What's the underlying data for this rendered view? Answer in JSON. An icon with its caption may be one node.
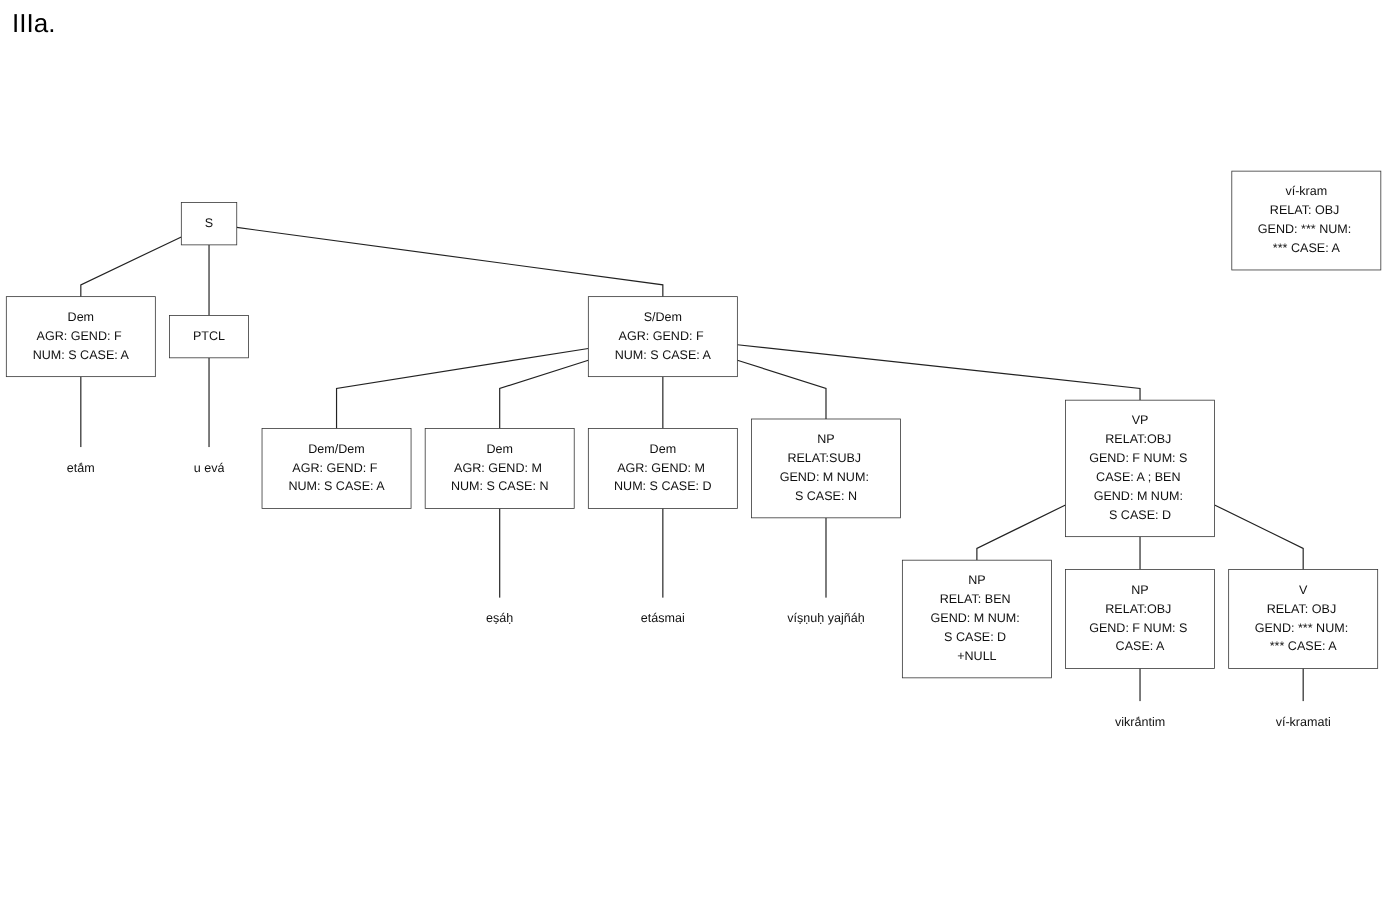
{
  "diagram": {
    "nodes": [
      {
        "text": [
          "S"
        ]
      },
      {
        "text": [
          "Dem",
          "AGR: GEND: F NUM: S CASE: A"
        ]
      },
      {
        "text": [
          "etā́m"
        ]
      },
      {
        "text": [
          "PTCL"
        ]
      },
      {
        "text": [
          "u evá"
        ]
      },
      {
        "text": [
          "S/Dem",
          "AGR: GEND: F NUM: S CASE: A"
        ]
      },
      {
        "text": [
          "Dem/Dem",
          "AGR: GEND: F NUM: S CASE: A"
        ]
      },
      {
        "text": [
          "Dem",
          "AGR: GEND: M NUM: S CASE: N"
        ]
      },
      {
        "text": [
          "eṣáḥ"
        ]
      },
      {
        "text": [
          "Dem",
          "AGR: GEND: M NUM: S CASE: D"
        ]
      },
      {
        "text": [
          "etásmai"
        ]
      },
      {
        "text": [
          "NP",
          "RELAT:SUBJ GEND: M NUM: S CASE: N"
        ]
      },
      {
        "text": [
          "víṣṇuḥ yajñáḥ"
        ]
      },
      {
        "text": [
          "VP",
          "RELAT:OBJ GEND: F NUM: S CASE: A ; BEN GEND: M NUM: S CASE: D"
        ]
      },
      {
        "text": [
          "NP",
          "RELAT: BEN GEND: M NUM: S CASE: D +NULL"
        ]
      },
      {
        "text": [
          "NP",
          "RELAT:OBJ GEND: F NUM: S CASE: A"
        ]
      },
      {
        "text": [
          "vikrā́ntim"
        ]
      },
      {
        "text": [
          "V",
          "RELAT: OBJ GEND: *** NUM: *** CASE: A"
        ]
      },
      {
        "text": [
          "ví-kramati"
        ]
      },
      {
        "text": [
          "ví-kram",
          "RELAT: OBJ GEND: *** NUM: *** CASE: A"
        ]
      }
    ],
    "edges": [
      {
        "from": 0,
        "to": 1,
        "arrow": "none"
      },
      {
        "from": 0,
        "to": 3,
        "arrow": "none"
      },
      {
        "from": 0,
        "to": 5,
        "arrow": "none"
      },
      {
        "from": 1,
        "to": 2,
        "arrow": "none"
      },
      {
        "from": 3,
        "to": 4,
        "arrow": "none"
      },
      {
        "from": 5,
        "to": 6,
        "arrow": "none"
      },
      {
        "from": 5,
        "to": 7,
        "arrow": "none"
      },
      {
        "from": 5,
        "to": 9,
        "arrow": "none"
      },
      {
        "from": 5,
        "to": 11,
        "arrow": "none"
      },
      {
        "from": 5,
        "to": 13,
        "arrow": "none"
      },
      {
        "from": 7,
        "to": 8,
        "arrow": "none"
      },
      {
        "from": 9,
        "to": 10,
        "arrow": "none"
      },
      {
        "from": 11,
        "to": 12,
        "arrow": "none"
      },
      {
        "from": 13,
        "to": 14,
        "arrow": "none"
      },
      {
        "from": 13,
        "to": 15,
        "arrow": "none"
      },
      {
        "from": 13,
        "to": 17,
        "arrow": "none"
      },
      {
        "from": 15,
        "to": 16,
        "arrow": "none"
      },
      {
        "from": 17,
        "to": 18,
        "arrow": "none"
      }
    ],
    "labels": [
      "IIIa."
    ]
  }
}
